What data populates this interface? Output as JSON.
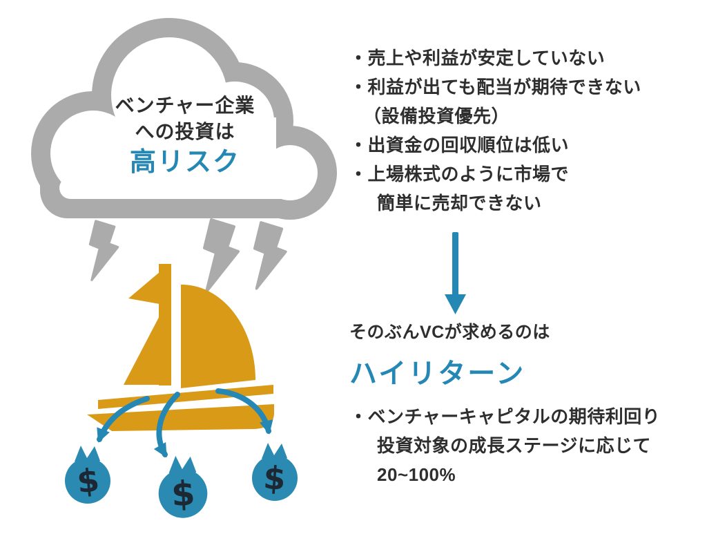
{
  "colors": {
    "accent": "#2487b4",
    "bag_blue": "#2a8ab2",
    "orange": "#d99a17",
    "gray": "#ababab",
    "ink": "#2e2e2e",
    "dollar_ink": "#1c2834",
    "paper": "#ffffff"
  },
  "cloud": {
    "line1": "ベンチャー企業",
    "line2": "への投資は",
    "risk_word": "高リスク"
  },
  "risk_points": [
    "・売上や利益が安定していない",
    "・利益が出ても配当が期待できない",
    "（設備投資優先）",
    "・出資金の回収順位は低い",
    "・上場株式のように市場で",
    "簡単に売却できない"
  ],
  "return_section": {
    "lead": "そのぶんVCが求めるのは",
    "headline": "ハイリターン",
    "detail_lines": [
      "・ベンチャーキャピタルの期待利回り",
      "投資対象の成長ステージに応じて",
      "20~100%"
    ]
  },
  "money_bags": {
    "symbol": "$"
  }
}
